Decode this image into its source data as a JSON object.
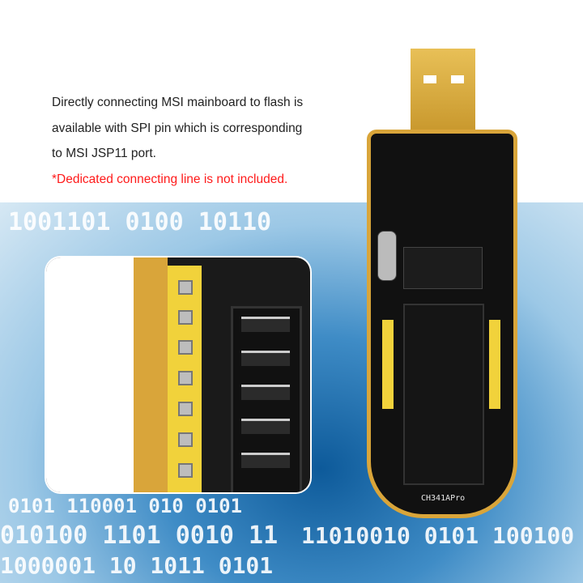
{
  "caption": {
    "lines": [
      "Directly connecting MSI mainboard to flash is",
      "available with SPI pin which is corresponding",
      "to MSI JSP11 port."
    ],
    "note": "*Dedicated connecting line is not included."
  },
  "product": {
    "board_label": "CH341APro"
  },
  "background": {
    "binary_rows": [
      "1001101 0100 10110",
      "010100 1101 0010 11",
      "11010010 0101 100100",
      "0101 110001 010 0101",
      "1000001 10 1011 0101"
    ]
  },
  "colors": {
    "note": "#ff1a1a",
    "gold": "#d9a53a",
    "pin_header": "#f1d23b"
  }
}
